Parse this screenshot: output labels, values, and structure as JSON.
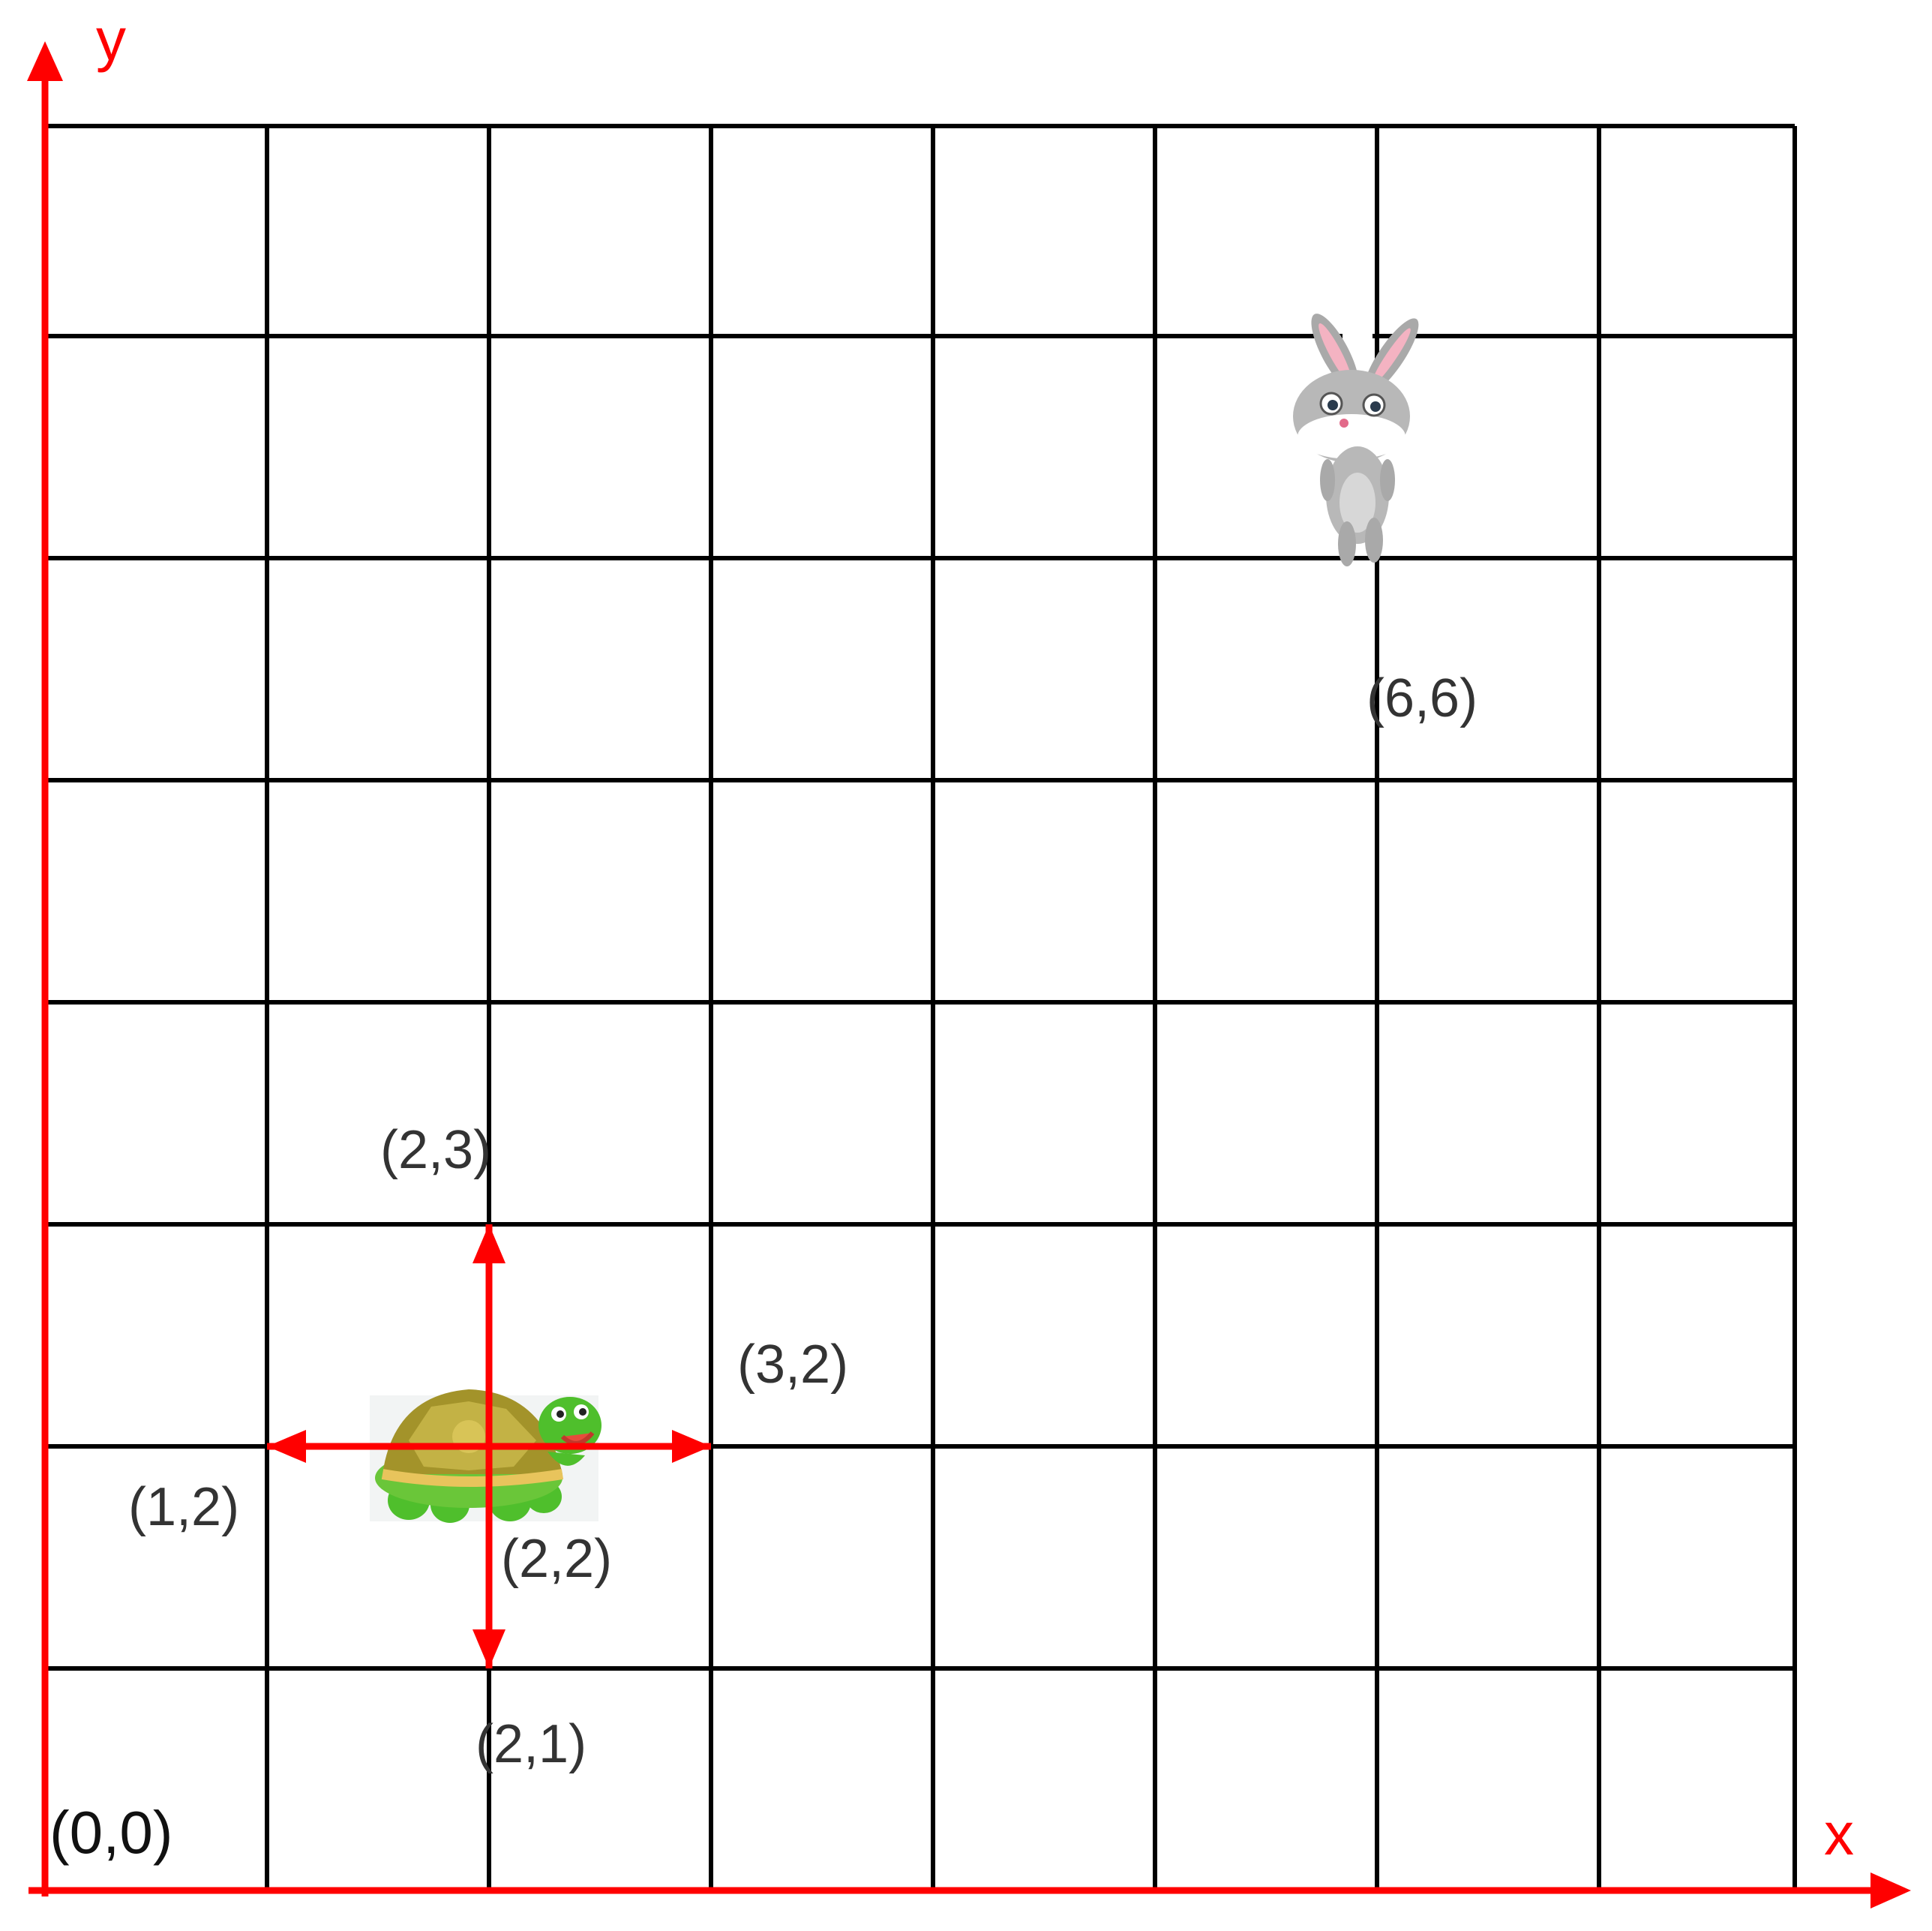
{
  "axes": {
    "x_label": "x",
    "y_label": "y",
    "origin_label": "(0,0)",
    "color": "#ff0000"
  },
  "grid": {
    "columns": 8,
    "rows": 8,
    "line_color": "#000000"
  },
  "turtle": {
    "icon": "turtle-icon",
    "position": [
      2,
      2
    ],
    "label": "(2,2)",
    "moves": [
      {
        "direction": "up",
        "target": [
          2,
          3
        ],
        "label": "(2,3)"
      },
      {
        "direction": "right",
        "target": [
          3,
          2
        ],
        "label": "(3,2)"
      },
      {
        "direction": "left",
        "target": [
          1,
          2
        ],
        "label": "(1,2)"
      },
      {
        "direction": "down",
        "target": [
          2,
          1
        ],
        "label": "(2,1)"
      }
    ],
    "arrow_color": "#ff0000"
  },
  "rabbit": {
    "icon": "rabbit-icon",
    "position": [
      6,
      6
    ],
    "label": "(6,6)"
  }
}
